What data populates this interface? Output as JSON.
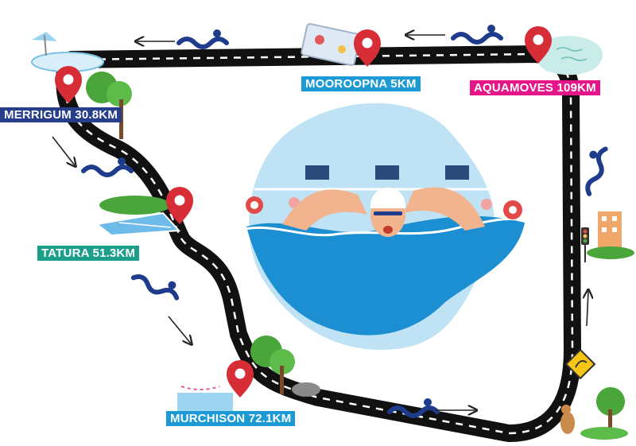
{
  "colors": {
    "road": "#111111",
    "road_dash": "#ffffff",
    "pin": "#d62d36",
    "water_light": "#bfe3f5",
    "water_dark": "#1c8fd2",
    "wave_icon": "#1f3c8c",
    "tree": "#4aa53b"
  },
  "stops": [
    {
      "id": "mooroopna",
      "label": "MOOROOPNA 5KM",
      "color": "#1b9ad6"
    },
    {
      "id": "aquamoves",
      "label": "AQUAMOVES 109KM",
      "color": "#e4168a"
    },
    {
      "id": "merrigum",
      "label": "MERRIGUM 30.8KM",
      "color": "#263e8c"
    },
    {
      "id": "tatura",
      "label": "TATURA 51.3KM",
      "color": "#1b9e8a"
    },
    {
      "id": "murchison",
      "label": "MURCHISON 72.1KM",
      "color": "#1b9ad6"
    }
  ],
  "icons": [
    "swimmer-icon",
    "location-pin-icon",
    "swimming-pool-icon",
    "tree-icon",
    "tennis-court-icon",
    "kangaroo-crossing-sign-icon",
    "traffic-light-icon",
    "building-icon",
    "tablet-icon",
    "lake-icon",
    "arrow-icon",
    "kangaroo-icon"
  ]
}
